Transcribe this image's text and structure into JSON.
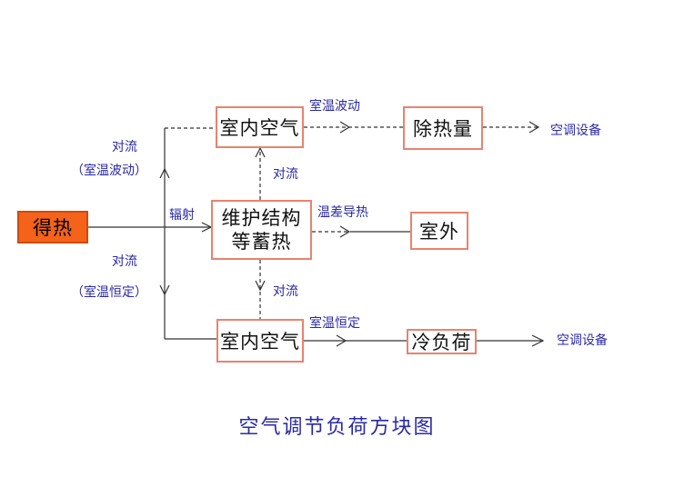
{
  "nodes": {
    "heat_gain": "得热",
    "indoor_air_top": "室内空气",
    "heat_removal": "除热量",
    "envelope_storage_line1": "维护结构",
    "envelope_storage_line2": "等蓄热",
    "outdoor": "室外",
    "indoor_air_bottom": "室内空气",
    "cooling_load": "冷负荷"
  },
  "labels": {
    "convection_upper": "对流",
    "room_temp_fluctuating_paren": "（室温波动）",
    "radiation": "辐射",
    "convection_lower": "对流",
    "room_temp_constant_paren": "（室温恒定）",
    "room_temp_fluctuating": "室温波动",
    "ac_equipment_top": "空调设备",
    "convection_mid_up": "对流",
    "temp_diff_conduction": "温差导热",
    "convection_mid_down": "对流",
    "room_temp_constant": "室温恒定",
    "ac_equipment_bottom": "空调设备"
  },
  "caption": "空气调节负荷方块图",
  "colors": {
    "heat_fill": "#f5621a",
    "box_border": "#e8836e",
    "label_blue": "#2a2aa8"
  }
}
